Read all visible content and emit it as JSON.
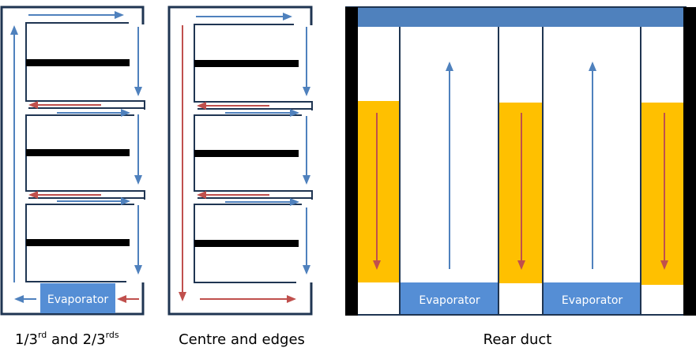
{
  "diagrams": [
    {
      "id": "one-third-two-thirds",
      "caption_main": "1/3",
      "caption_sup1": "rd",
      "caption_mid": " and 2/3",
      "caption_sup2": "rds",
      "evaporator_label": "Evaporator",
      "compartments": 3
    },
    {
      "id": "centre-and-edges",
      "caption": "Centre and edges",
      "compartments": 3
    },
    {
      "id": "rear-duct",
      "caption": "Rear duct",
      "evaporator_labels": [
        "Evaporator",
        "Evaporator"
      ]
    }
  ],
  "colors": {
    "wall": "#1f3552",
    "shelf": "#000000",
    "cold_air": "#4f81bd",
    "warm_air": "#c0504d",
    "evaporator": "#558ed5",
    "rear_duct_top": "#4f81bd",
    "heat_zone": "#ffc000"
  }
}
